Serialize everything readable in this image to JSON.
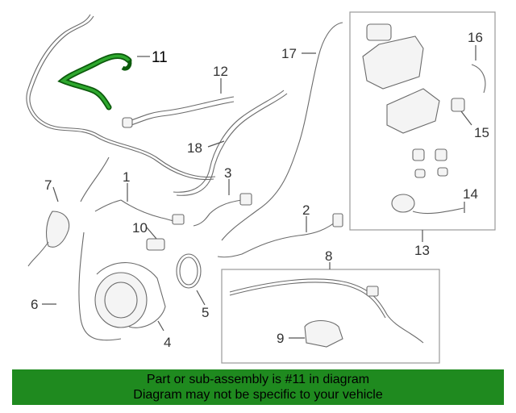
{
  "callouts": {
    "c1": "1",
    "c2": "2",
    "c3": "3",
    "c4": "4",
    "c5": "5",
    "c6": "6",
    "c7": "7",
    "c8": "8",
    "c9": "9",
    "c10": "10",
    "c11": "11",
    "c12": "12",
    "c13": "13",
    "c14": "14",
    "c15": "15",
    "c16": "16",
    "c17": "17",
    "c18": "18"
  },
  "highlight_color": "#1f8a1f",
  "banner": {
    "line1": "Part or sub-assembly is #11 in diagram",
    "line2": "Diagram may not be specific to your vehicle"
  }
}
